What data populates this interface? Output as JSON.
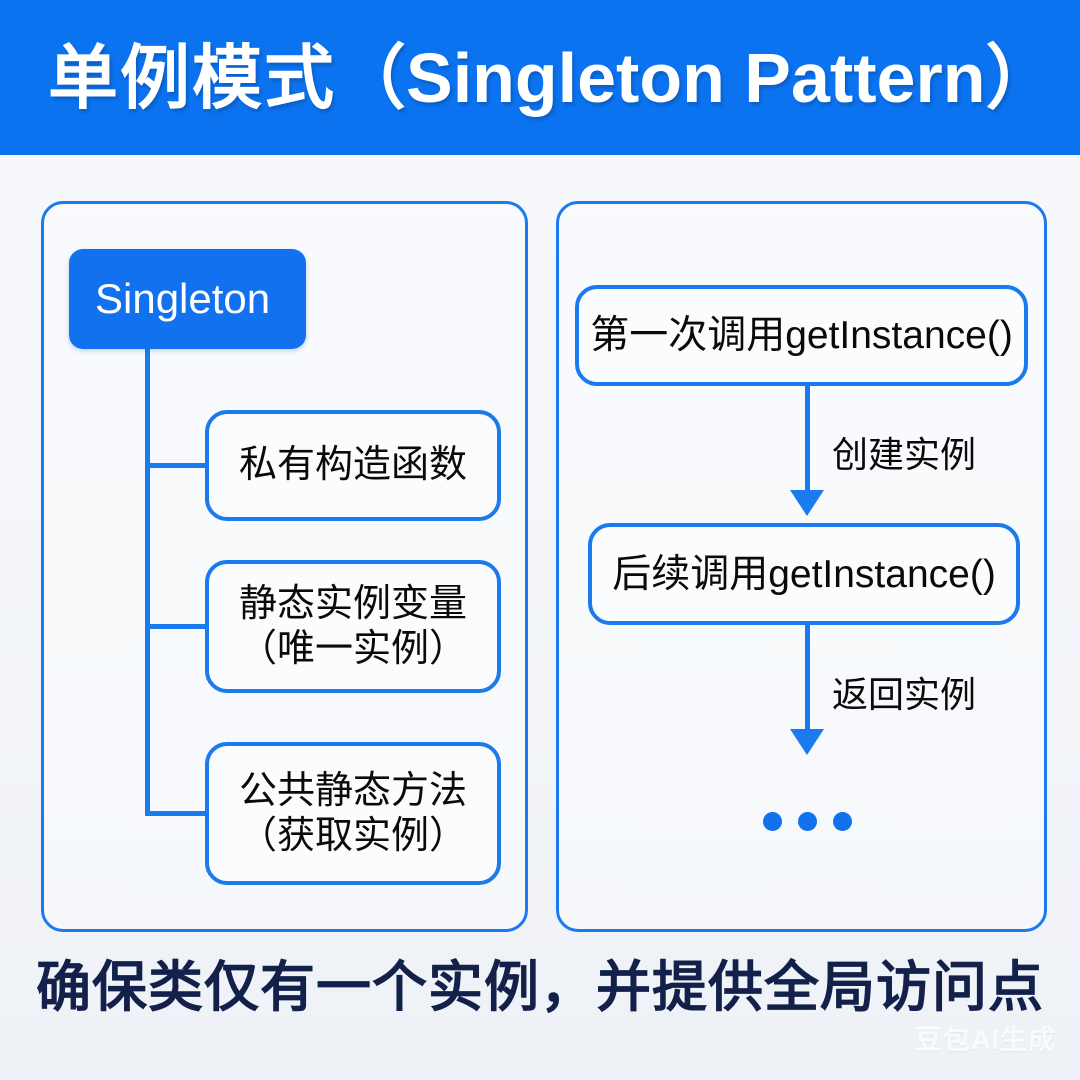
{
  "header": {
    "title_cn": "单例模式",
    "title_en": "（Singleton Pattern）",
    "background_color": "#0b73f0",
    "text_color": "#ffffff"
  },
  "theme": {
    "accent_blue": "#1a7aee",
    "node_blue": "#1171ee",
    "page_background": "#f5f7fa",
    "caption_color": "#12204a"
  },
  "left_panel": {
    "root": {
      "label": "Singleton"
    },
    "children": [
      {
        "line1": "私有构造函数",
        "line2": ""
      },
      {
        "line1": "静态实例变量",
        "line2": "（唯一实例）"
      },
      {
        "line1": "公共静态方法",
        "line2": "（获取实例）"
      }
    ]
  },
  "right_panel": {
    "steps": [
      {
        "label": "第一次调用getInstance()"
      },
      {
        "label": "后续调用getInstance()"
      }
    ],
    "transitions": [
      {
        "label": "创建实例"
      },
      {
        "label": "返回实例"
      }
    ],
    "ellipsis": "•••"
  },
  "caption": {
    "text": "确保类仅有一个实例，并提供全局访问点"
  },
  "watermark": {
    "text": "豆包AI生成"
  }
}
